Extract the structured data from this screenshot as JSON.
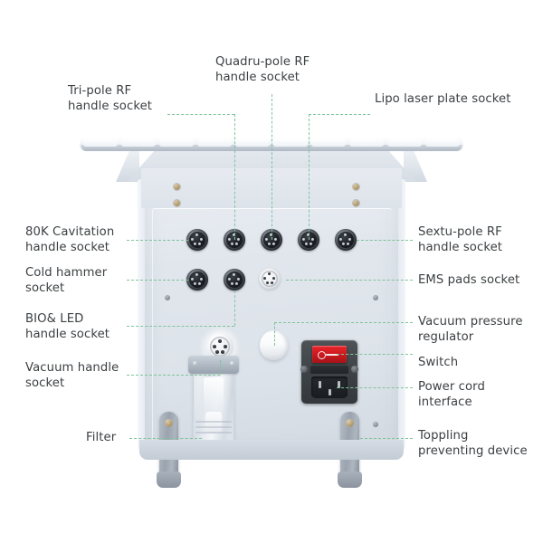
{
  "diagram": {
    "title": "Beauty machine rear panel component callout diagram",
    "background_color": "#ffffff",
    "leader_line_color": "#7fc49a",
    "label_color": "#3c4043",
    "panel_color": "#dfe4ea"
  },
  "labels": {
    "tri_pole_rf": "Tri-pole RF\nhandle socket",
    "quadru_pole_rf": "Quadru-pole RF\nhandle socket",
    "lipo_laser_plate": "Lipo laser plate socket",
    "cavitation_80k": "80K Cavitation\nhandle socket",
    "cold_hammer": "Cold hammer\nsocket",
    "bio_led": "BIO& LED\nhandle socket",
    "vacuum_handle": "Vacuum handle\nsocket",
    "filter": "Filter",
    "sextu_pole_rf": "Sextu-pole RF\nhandle socket",
    "ems_pads": "EMS pads socket",
    "vacuum_pressure_regulator": "Vacuum pressure\nregulator",
    "switch": "Switch",
    "power_cord_interface": "Power cord\ninterface",
    "toppling_preventing_device": "Toppling\npreventing device"
  },
  "components": {
    "socket_row_top_count": 5,
    "socket_row_middle_count": 3,
    "vacuum_socket_count": 1,
    "bracket_count": 2,
    "switch_color": "#cf1a20"
  }
}
